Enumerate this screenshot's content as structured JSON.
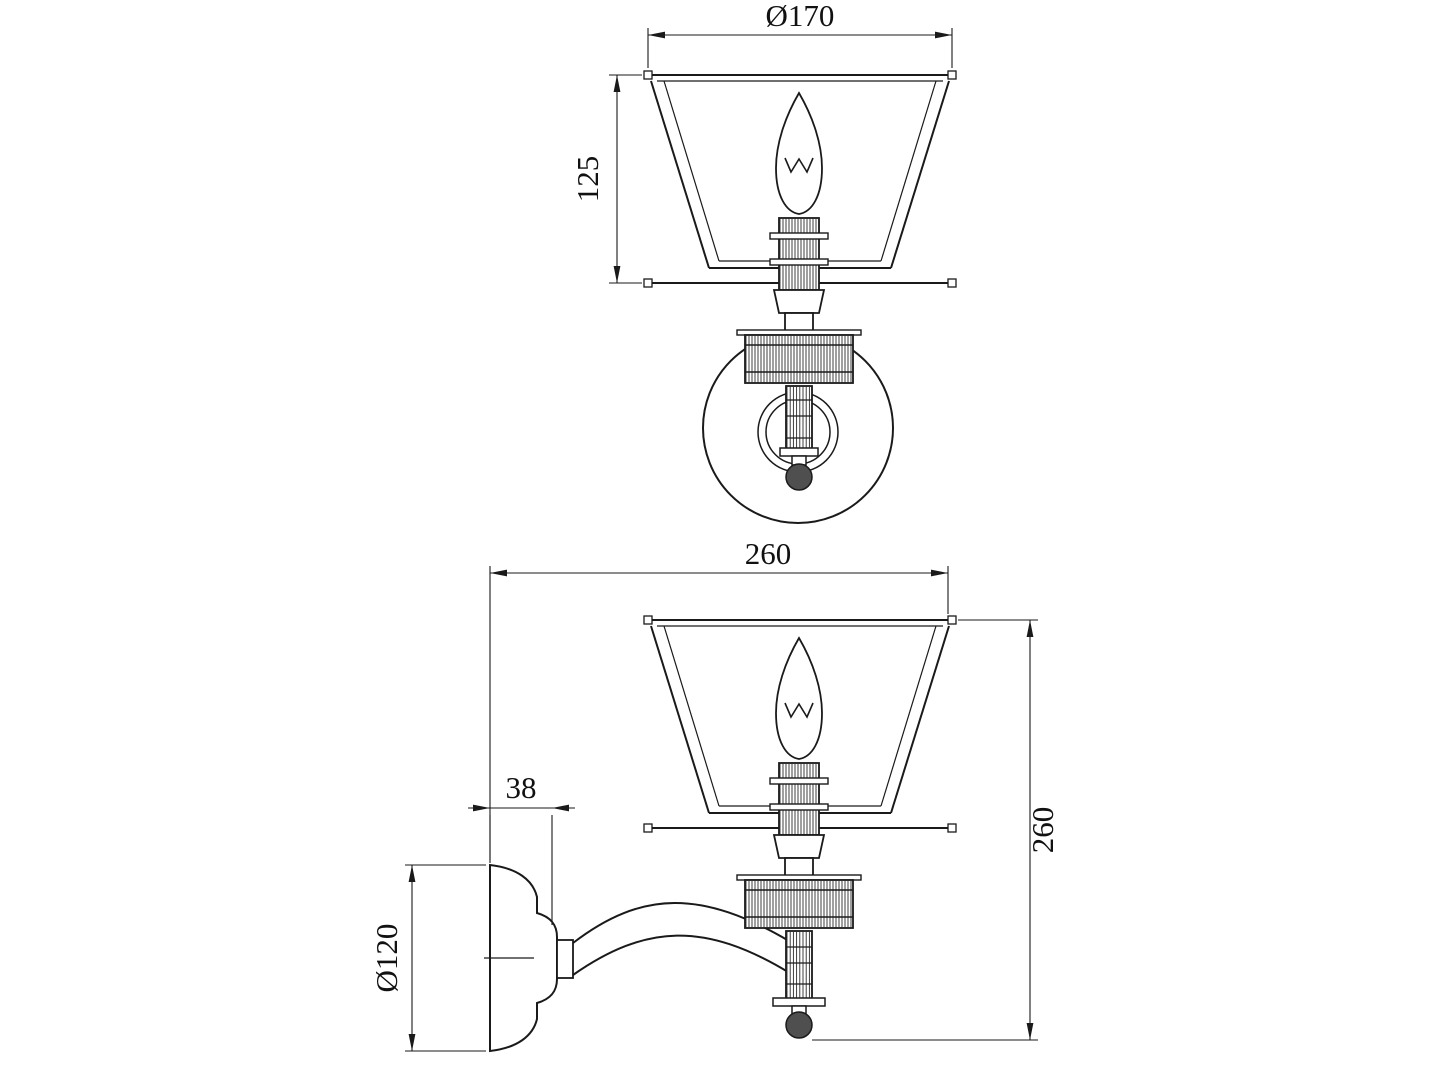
{
  "drawing": {
    "type": "technical-dimension-drawing",
    "subject": "wall-sconce-lamp",
    "line_color": "#1a1a1a",
    "views": {
      "front_view": {
        "dimensions": {
          "shade_diameter": "Ø170",
          "shade_height": "125"
        }
      },
      "side_view": {
        "dimensions": {
          "overall_width": "260",
          "overall_height": "260",
          "backplate_depth": "38",
          "backplate_diameter": "Ø120"
        }
      }
    }
  }
}
